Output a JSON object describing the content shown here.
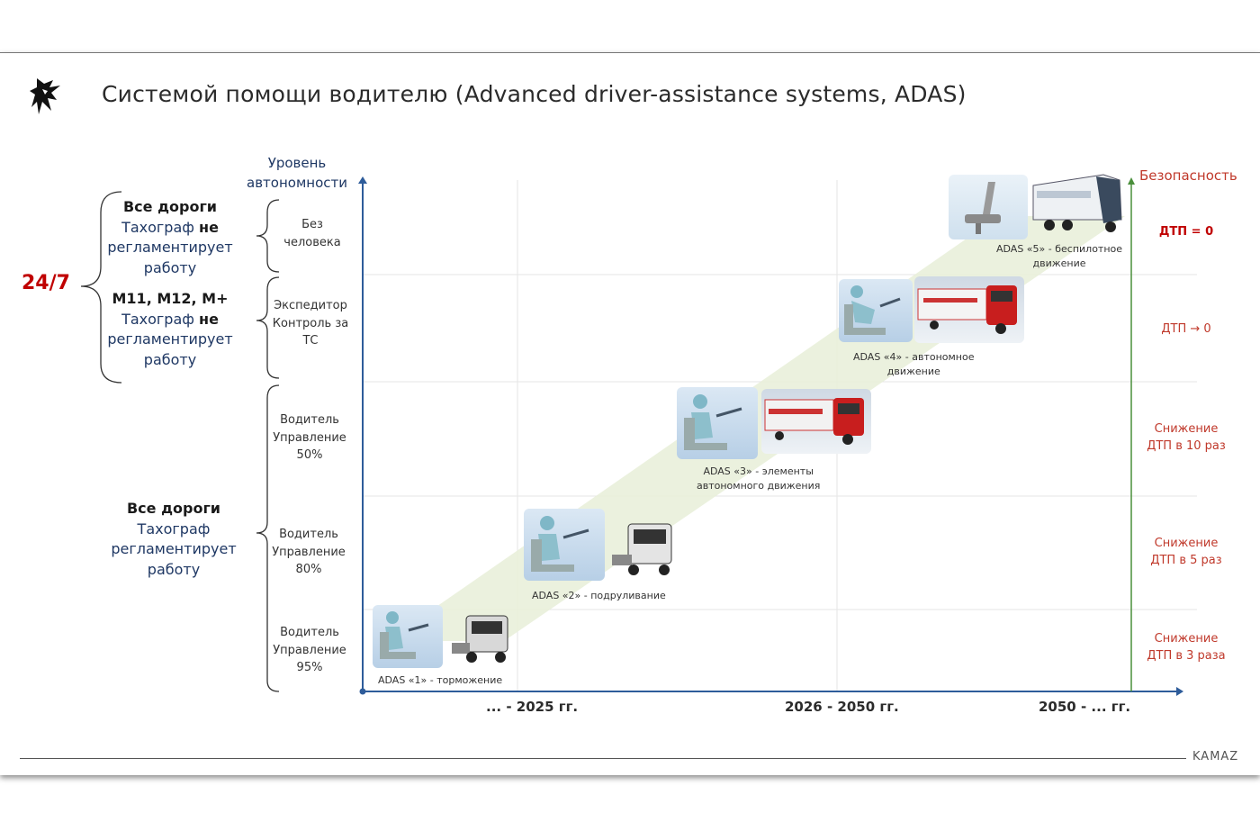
{
  "title": "Системой помощи водителю (Advanced driver-assistance systems, ADAS)",
  "footer": {
    "brand": "KAMAZ"
  },
  "y_axis_title": [
    "Уровень",
    "автономности"
  ],
  "levels": [
    {
      "lines": [
        "Без",
        "человека"
      ]
    },
    {
      "lines": [
        "Экспедитор",
        "Контроль за",
        "ТС"
      ]
    },
    {
      "lines": [
        "Водитель",
        "Управление",
        "50%"
      ]
    },
    {
      "lines": [
        "Водитель",
        "Управление",
        "80%"
      ]
    },
    {
      "lines": [
        "Водитель",
        "Управление",
        "95%"
      ]
    }
  ],
  "left_groups": {
    "badge": "24/7",
    "group1": {
      "title": "Все дороги",
      "line1_pre": "Тахограф ",
      "line1_bold": "не",
      "line2": "регламентирует",
      "line3": "работу"
    },
    "group2": {
      "title": "М11, М12, М+",
      "line1_pre": "Тахограф ",
      "line1_bold": "не",
      "line2": "регламентирует",
      "line3": "работу"
    },
    "group3": {
      "title": "Все дороги",
      "line1": "Тахограф",
      "line2": "регламентирует",
      "line3": "работу"
    }
  },
  "x_ticks": [
    "... - 2025 гг.",
    "2026 - 2050 гг.",
    "2050 - ... гг."
  ],
  "safety_axis_title": "Безопасность",
  "safety": [
    {
      "lines": [
        "ДТП = 0"
      ]
    },
    {
      "lines": [
        "ДТП → 0"
      ]
    },
    {
      "lines": [
        "Снижение",
        "ДТП в 10 раз"
      ]
    },
    {
      "lines": [
        "Снижение",
        "ДТП в 5 раз"
      ]
    },
    {
      "lines": [
        "Снижение",
        "ДТП в 3 раза"
      ]
    }
  ],
  "adas": [
    {
      "lines": [
        "ADAS «1» - торможение"
      ]
    },
    {
      "lines": [
        "ADAS «2» - подруливание"
      ]
    },
    {
      "lines": [
        "ADAS «3» - элементы",
        "автономного движения"
      ]
    },
    {
      "lines": [
        "ADAS «4» - автономное",
        "движение"
      ]
    },
    {
      "lines": [
        "ADAS «5» - беспилотное",
        "движение"
      ]
    }
  ],
  "colors": {
    "axis": "#2e5c9a",
    "safety_axis": "#4a8f3b",
    "red": "#c00000",
    "navy": "#1f3864",
    "band": "#e8efd8"
  }
}
